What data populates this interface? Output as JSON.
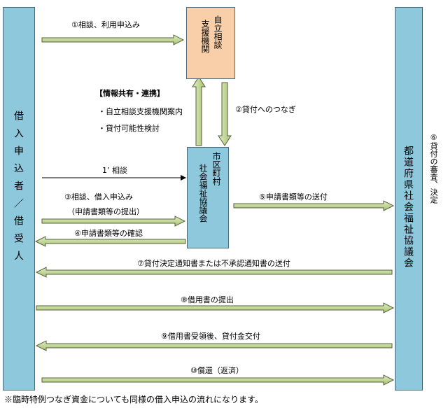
{
  "actors": {
    "borrower": "借入申込者／借受人",
    "independent_support": "自立相談支援機関",
    "municipal_council": "市区町村社会福祉協議会",
    "prefectural_council": "都道府県社会福祉協議会"
  },
  "steps": {
    "s1": "①相談、利用申込み",
    "s1b": "1’ 相談",
    "s2": "②貸付へのつなぎ",
    "s3": "③相談、借入申込み",
    "s3_sub": "（申請書類等の提出）",
    "s4": "④申請書類等の確認",
    "s5": "⑤申請書類等の送付",
    "s6": "⑥貸付の審査、決定",
    "s7": "⑦貸付決定通知書または不承認通知書の送付",
    "s8": "⑧借用書の提出",
    "s9": "⑨借用書受領後、貸付金交付",
    "s10": "⑩償還（返済）"
  },
  "info": {
    "title": "【情報共有・連携】",
    "items": [
      "・自立相談支援機関案内",
      "・貸付可能性検討"
    ]
  },
  "footnote": "※臨時特例つなぎ資金についても同様の借入申込の流れになります。",
  "colors": {
    "actor_box": "#8ec8dc",
    "support_box": "#f8cfa8",
    "arrow_fill": "#c4d89a",
    "arrow_stroke": "#55603a"
  }
}
